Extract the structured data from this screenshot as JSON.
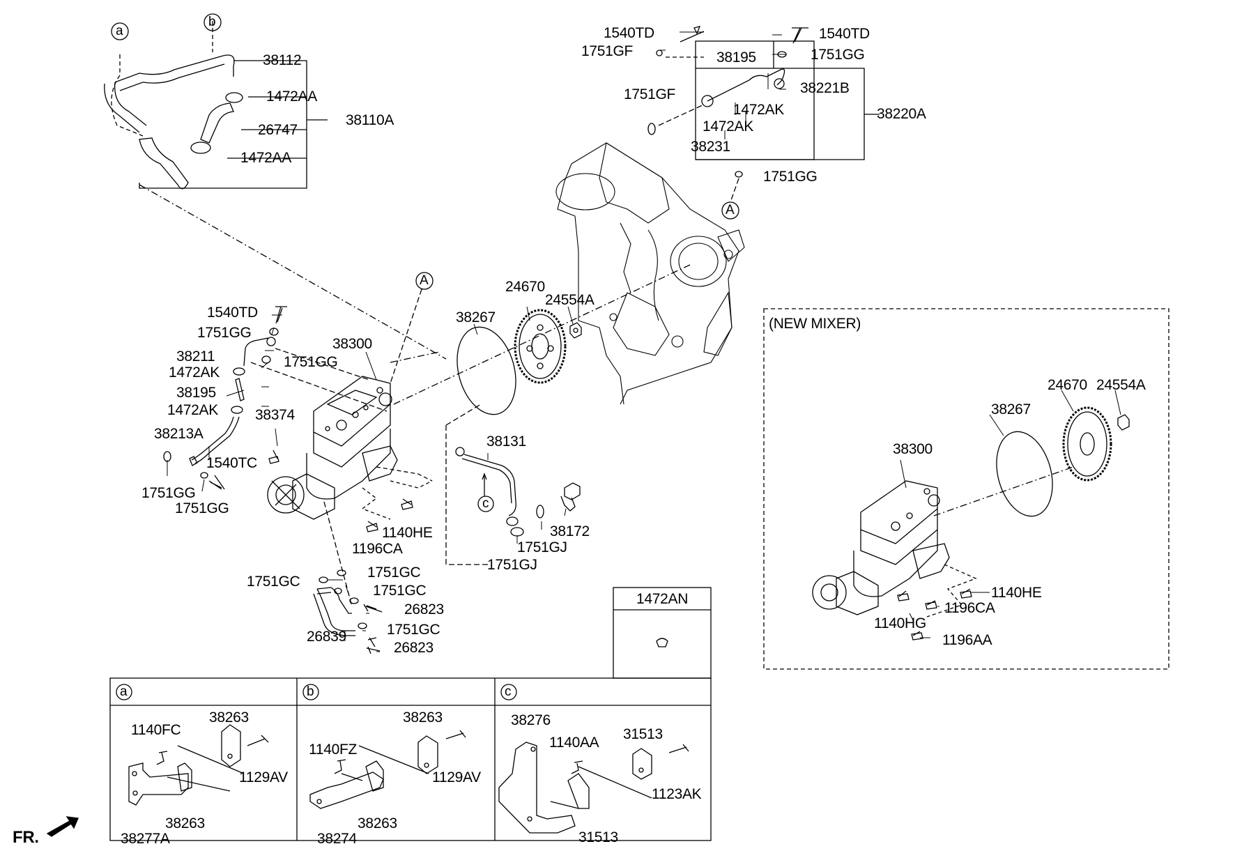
{
  "labels": {
    "l_38112": "38112",
    "l_1472AA_1": "1472AA",
    "l_38110A": "38110A",
    "l_26747": "26747",
    "l_1472AA_2": "1472AA",
    "l_1540TD_1": "1540TD",
    "l_1751GF_1": "1751GF",
    "l_38195_1": "38195",
    "l_1540TD_2": "1540TD",
    "l_1751GG_1": "1751GG",
    "l_38221B": "38221B",
    "l_1751GF_2": "1751GF",
    "l_1472AK_1": "1472AK",
    "l_38220A": "38220A",
    "l_1472AK_2": "1472AK",
    "l_38231": "38231",
    "l_1751GG_2": "1751GG",
    "l_1540TD_3": "1540TD",
    "l_1751GG_3": "1751GG",
    "l_38211": "38211",
    "l_1751GG_4": "1751GG",
    "l_1472AK_3": "1472AK",
    "l_38195_2": "38195",
    "l_1472AK_4": "1472AK",
    "l_38213A": "38213A",
    "l_1540TC": "1540TC",
    "l_1751GG_5": "1751GG",
    "l_1751GG_6": "1751GG",
    "l_38300_1": "38300",
    "l_38374": "38374",
    "l_1140HE_1": "1140HE",
    "l_1196CA_1": "1196CA",
    "l_38267_1": "38267",
    "l_24670_1": "24670",
    "l_24554A_1": "24554A",
    "l_38131": "38131",
    "l_38172": "38172",
    "l_1751GJ_1": "1751GJ",
    "l_1751GJ_2": "1751GJ",
    "l_1751GC_1": "1751GC",
    "l_1751GC_2": "1751GC",
    "l_1751GC_3": "1751GC",
    "l_26823_1": "26823",
    "l_26839": "26839",
    "l_1751GC_4": "1751GC",
    "l_26823_2": "26823",
    "l_1472AN": "1472AN",
    "l_new_mixer": "(NEW MIXER)",
    "l_38267_2": "38267",
    "l_24670_2": "24670",
    "l_24554A_2": "24554A",
    "l_38300_2": "38300",
    "l_1140HE_2": "1140HE",
    "l_1196CA_2": "1196CA",
    "l_1140HG": "1140HG",
    "l_1196AA": "1196AA",
    "l_a_1140FC": "1140FC",
    "l_a_38263_1": "38263",
    "l_a_1129AV": "1129AV",
    "l_a_38263_2": "38263",
    "l_a_38277A": "38277A",
    "l_b_1140FZ": "1140FZ",
    "l_b_38263_1": "38263",
    "l_b_1129AV": "1129AV",
    "l_b_38263_2": "38263",
    "l_b_38274": "38274",
    "l_c_38276": "38276",
    "l_c_1140AA": "1140AA",
    "l_c_31513_1": "31513",
    "l_c_1123AK": "1123AK",
    "l_c_31513_2": "31513",
    "l_fr": "FR."
  },
  "tags": {
    "t_a_top": "a",
    "t_b_top": "b",
    "t_A_1": "A",
    "t_A_2": "A",
    "t_c_pipe": "c",
    "t_a_box": "a",
    "t_b_box": "b",
    "t_c_box": "c"
  }
}
